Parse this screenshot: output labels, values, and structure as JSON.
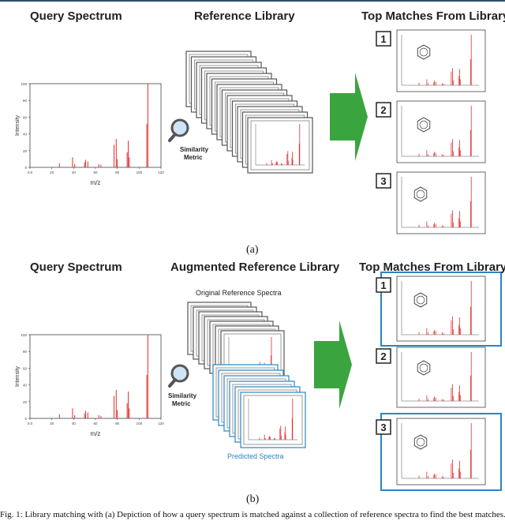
{
  "panel_a": {
    "label": "(a)",
    "query_title": "Query Spectrum",
    "library_title": "Reference Library",
    "matches_title": "Top Matches From Library",
    "similarity_line1": "Similarity",
    "similarity_line2": "Metric",
    "axis": {
      "ylabel": "Intensity",
      "xlabel": "m/z",
      "yticks": [
        "0",
        "20",
        "40",
        "60",
        "80",
        "100"
      ],
      "xticks": [
        "0.0",
        "20",
        "40",
        "60",
        "80",
        "100",
        "120"
      ]
    },
    "match_ranks": [
      "1",
      "2",
      "3"
    ]
  },
  "panel_b": {
    "label": "(b)",
    "query_title": "Query Spectrum",
    "library_title": "Augmented Reference Library",
    "matches_title": "Top Matches From Library",
    "original_label": "Original Reference Spectra",
    "predicted_label": "Predicted Spectra",
    "similarity_line1": "Similarity",
    "similarity_line2": "Metric",
    "axis": {
      "ylabel": "Intensity",
      "xlabel": "m/z",
      "yticks": [
        "0",
        "20",
        "40",
        "60",
        "80",
        "100"
      ],
      "xticks": [
        "0.0",
        "20",
        "40",
        "60",
        "80",
        "100",
        "120"
      ]
    },
    "match_ranks": [
      "1",
      "2",
      "3"
    ]
  },
  "query_peaks": [
    {
      "mz": 27,
      "i": 5
    },
    {
      "mz": 39,
      "i": 12
    },
    {
      "mz": 41,
      "i": 4
    },
    {
      "mz": 50,
      "i": 6
    },
    {
      "mz": 51,
      "i": 9
    },
    {
      "mz": 53,
      "i": 7
    },
    {
      "mz": 63,
      "i": 4
    },
    {
      "mz": 65,
      "i": 3
    },
    {
      "mz": 77,
      "i": 27
    },
    {
      "mz": 79,
      "i": 34
    },
    {
      "mz": 80,
      "i": 10
    },
    {
      "mz": 89,
      "i": 18
    },
    {
      "mz": 90,
      "i": 32
    },
    {
      "mz": 91,
      "i": 12
    },
    {
      "mz": 107,
      "i": 52
    },
    {
      "mz": 108,
      "i": 100
    }
  ],
  "caption": "Fig. 1: Library matching with (a) Depiction of how a query spectrum is matched against a collection of reference spectra to find the best matches."
}
